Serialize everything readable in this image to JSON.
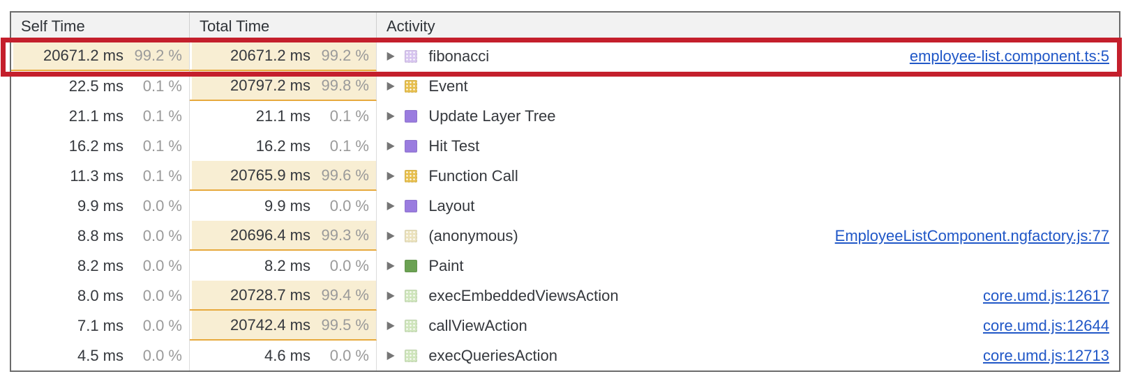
{
  "header": {
    "self": "Self Time",
    "total": "Total Time",
    "activity": "Activity"
  },
  "icons": {
    "expand_arrow": "▶"
  },
  "colors": {
    "heavy_cell_bg": "#f8eed3",
    "heavy_cell_border": "#e7a93c",
    "link_blue": "#2057c7",
    "annotation_red": "#c41f2c",
    "percent_gray": "#9a9a9a"
  },
  "annotation": {
    "type": "highlight-box",
    "color": "#c41f2c"
  },
  "rows": [
    {
      "self_time": "20671.2 ms",
      "self_pct": "99.2 %",
      "self_heavy": true,
      "total_time": "20671.2 ms",
      "total_pct": "99.2 %",
      "total_heavy": true,
      "activity": "fibonacci",
      "icon_color": "#d7c5ef",
      "icon_dotted": true,
      "link": "employee-list.component.ts:5",
      "annotated": true
    },
    {
      "self_time": "22.5 ms",
      "self_pct": "0.1 %",
      "self_heavy": false,
      "total_time": "20797.2 ms",
      "total_pct": "99.8 %",
      "total_heavy": true,
      "activity": "Event",
      "icon_color": "#e7bf4e",
      "icon_dotted": true,
      "link": "",
      "annotated": false
    },
    {
      "self_time": "21.1 ms",
      "self_pct": "0.1 %",
      "self_heavy": false,
      "total_time": "21.1 ms",
      "total_pct": "0.1 %",
      "total_heavy": false,
      "activity": "Update Layer Tree",
      "icon_color": "#9a7cdf",
      "icon_dotted": false,
      "link": "",
      "annotated": false
    },
    {
      "self_time": "16.2 ms",
      "self_pct": "0.1 %",
      "self_heavy": false,
      "total_time": "16.2 ms",
      "total_pct": "0.1 %",
      "total_heavy": false,
      "activity": "Hit Test",
      "icon_color": "#9a7cdf",
      "icon_dotted": false,
      "link": "",
      "annotated": false
    },
    {
      "self_time": "11.3 ms",
      "self_pct": "0.1 %",
      "self_heavy": false,
      "total_time": "20765.9 ms",
      "total_pct": "99.6 %",
      "total_heavy": true,
      "activity": "Function Call",
      "icon_color": "#e7bf4e",
      "icon_dotted": true,
      "link": "",
      "annotated": false
    },
    {
      "self_time": "9.9 ms",
      "self_pct": "0.0 %",
      "self_heavy": false,
      "total_time": "9.9 ms",
      "total_pct": "0.0 %",
      "total_heavy": false,
      "activity": "Layout",
      "icon_color": "#9a7cdf",
      "icon_dotted": false,
      "link": "",
      "annotated": false
    },
    {
      "self_time": "8.8 ms",
      "self_pct": "0.0 %",
      "self_heavy": false,
      "total_time": "20696.4 ms",
      "total_pct": "99.3 %",
      "total_heavy": true,
      "activity": "(anonymous)",
      "icon_color": "#ebe2bd",
      "icon_dotted": true,
      "link": "EmployeeListComponent.ngfactory.js:77",
      "annotated": false
    },
    {
      "self_time": "8.2 ms",
      "self_pct": "0.0 %",
      "self_heavy": false,
      "total_time": "8.2 ms",
      "total_pct": "0.0 %",
      "total_heavy": false,
      "activity": "Paint",
      "icon_color": "#6ba153",
      "icon_dotted": false,
      "link": "",
      "annotated": false
    },
    {
      "self_time": "8.0 ms",
      "self_pct": "0.0 %",
      "self_heavy": false,
      "total_time": "20728.7 ms",
      "total_pct": "99.4 %",
      "total_heavy": true,
      "activity": "execEmbeddedViewsAction",
      "icon_color": "#cfe5bc",
      "icon_dotted": true,
      "link": "core.umd.js:12617",
      "annotated": false
    },
    {
      "self_time": "7.1 ms",
      "self_pct": "0.0 %",
      "self_heavy": false,
      "total_time": "20742.4 ms",
      "total_pct": "99.5 %",
      "total_heavy": true,
      "activity": "callViewAction",
      "icon_color": "#cfe5bc",
      "icon_dotted": true,
      "link": "core.umd.js:12644",
      "annotated": false
    },
    {
      "self_time": "4.5 ms",
      "self_pct": "0.0 %",
      "self_heavy": false,
      "total_time": "4.6 ms",
      "total_pct": "0.0 %",
      "total_heavy": false,
      "activity": "execQueriesAction",
      "icon_color": "#cfe5bc",
      "icon_dotted": true,
      "link": "core.umd.js:12713",
      "annotated": false
    }
  ]
}
